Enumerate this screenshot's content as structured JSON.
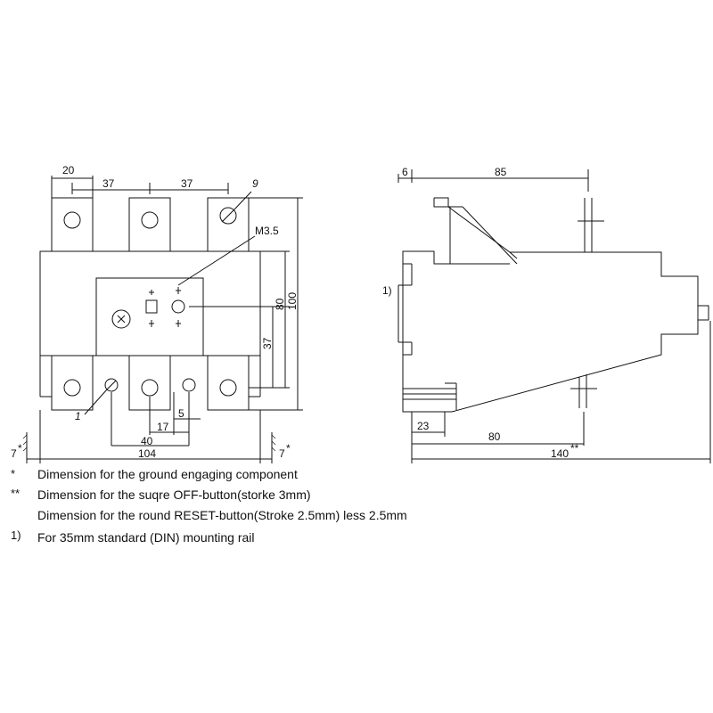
{
  "front_view": {
    "dims": {
      "d20": "20",
      "d37a": "37",
      "d37b": "37",
      "d9": "9",
      "m35": "M3.5",
      "d80": "80",
      "d100": "100",
      "d37v": "37",
      "d1": "1",
      "d5": "5",
      "d17": "17",
      "d40": "40",
      "d104": "104",
      "d7l": "7",
      "d7r": "7",
      "star_l": "*",
      "star_r": "*"
    }
  },
  "side_view": {
    "dims": {
      "d6": "6",
      "d85": "85",
      "note1": "1)",
      "d23": "23",
      "d80": "80",
      "d140": "140",
      "star2": "**"
    }
  },
  "notes": [
    {
      "mark": "*",
      "text": "Dimension for the ground engaging component"
    },
    {
      "mark": "**",
      "text": "Dimension for the suqre OFF-button(storke 3mm)"
    },
    {
      "mark": "",
      "text": "Dimension for the round RESET-button(Stroke 2.5mm) less 2.5mm"
    },
    {
      "mark": "1)",
      "text": "For 35mm standard (DIN) mounting rail"
    }
  ]
}
